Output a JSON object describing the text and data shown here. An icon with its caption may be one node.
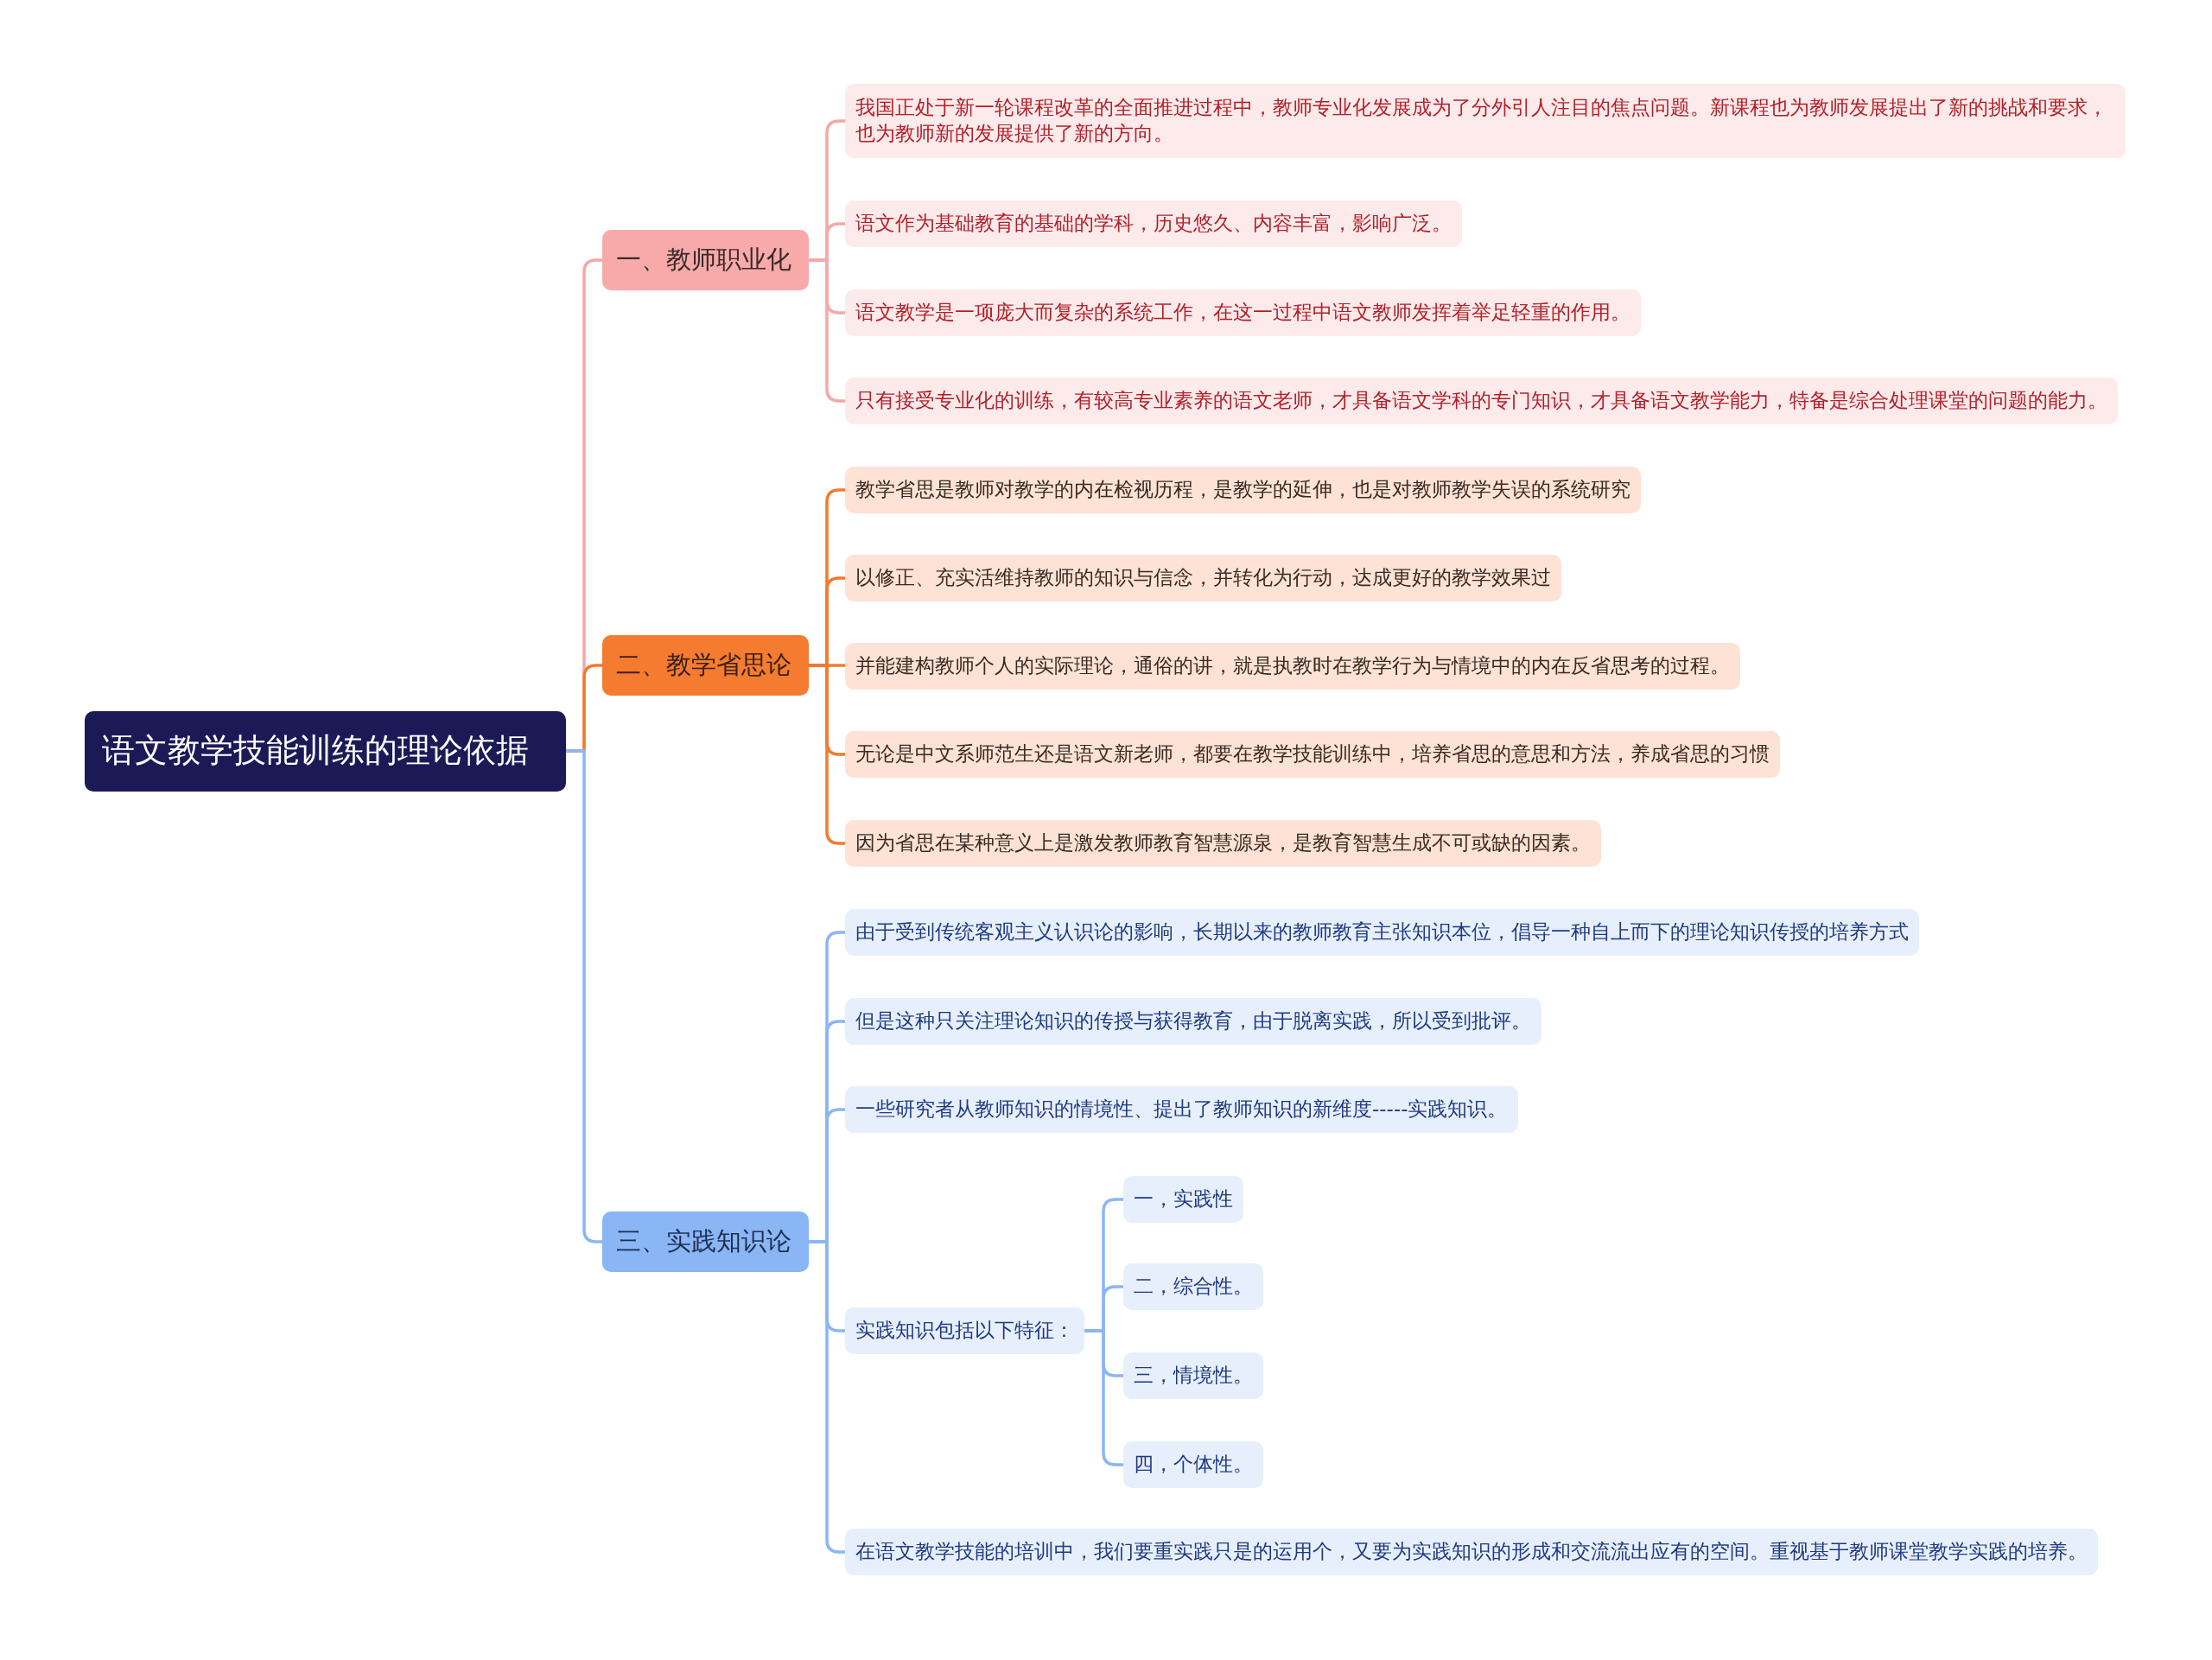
{
  "diagram": {
    "nodes": [
      {
        "text": [
          "语文教学技能训练的理论依据"
        ]
      },
      {
        "text": [
          "一、教师职业化"
        ]
      },
      {
        "text": [
          "我国正处于新一轮课程改革的全面推进过程中，教师专业化发展成为了分外引人注目的焦点问题。新课程也为教师发展提出了新的挑战和要求，也为教师新的发展提供了新的方向。"
        ]
      },
      {
        "text": [
          "语文作为基础教育的基础的学科，历史悠久、内容丰富，影响广泛。"
        ]
      },
      {
        "text": [
          "语文教学是一项庞大而复杂的系统工作，在这一过程中语文教师发挥着举足轻重的作用。"
        ]
      },
      {
        "text": [
          "只有接受专业化的训练，有较高专业素养的语文老师，才具备语文学科的专门知识，才具备语文教学能力，特备是综合处理课堂的问题的能力。"
        ]
      },
      {
        "text": [
          "二、教学省思论"
        ]
      },
      {
        "text": [
          "教学省思是教师对教学的内在检视历程，是教学的延伸，也是对教师教学失误的系统研究"
        ]
      },
      {
        "text": [
          "以修正、充实活维持教师的知识与信念，并转化为行动，达成更好的教学效果过"
        ]
      },
      {
        "text": [
          "并能建构教师个人的实际理论，通俗的讲，就是执教时在教学行为与情境中的内在反省思考的过程。"
        ]
      },
      {
        "text": [
          "无论是中文系师范生还是语文新老师，都要在教学技能训练中，培养省思的意思和方法，养成省思的习惯"
        ]
      },
      {
        "text": [
          "因为省思在某种意义上是激发教师教育智慧源泉，是教育智慧生成不可或缺的因素。"
        ]
      },
      {
        "text": [
          "三、实践知识论"
        ]
      },
      {
        "text": [
          "由于受到传统客观主义认识论的影响，长期以来的教师教育主张知识本位，倡导一种自上而下的理论知识传授的培养方式"
        ]
      },
      {
        "text": [
          "但是这种只关注理论知识的传授与获得教育，由于脱离实践，所以受到批评。"
        ]
      },
      {
        "text": [
          "一些研究者从教师知识的情境性、提出了教师知识的新维度-----实践知识。"
        ]
      },
      {
        "text": [
          "实践知识包括以下特征："
        ]
      },
      {
        "text": [
          "一，实践性"
        ]
      },
      {
        "text": [
          "二，综合性。"
        ]
      },
      {
        "text": [
          "三，情境性。"
        ]
      },
      {
        "text": [
          "四，个体性。"
        ]
      },
      {
        "text": [
          "在语文教学技能的培训中，我们要重实践只是的运用个，又要为实践知识的形成和交流流出应有的空间。重视基于教师课堂教学实践的培养。"
        ]
      }
    ],
    "edges": [
      {
        "from": 0,
        "to": 1,
        "arrow": "none",
        "color": "#f6a7a7"
      },
      {
        "from": 1,
        "to": 2,
        "arrow": "none",
        "color": "#f6a7a7"
      },
      {
        "from": 1,
        "to": 3,
        "arrow": "none",
        "color": "#f6a7a7"
      },
      {
        "from": 1,
        "to": 4,
        "arrow": "none",
        "color": "#f6a7a7"
      },
      {
        "from": 1,
        "to": 5,
        "arrow": "none",
        "color": "#f6a7a7"
      },
      {
        "from": 0,
        "to": 6,
        "arrow": "none",
        "color": "#f27a2e"
      },
      {
        "from": 6,
        "to": 7,
        "arrow": "none",
        "color": "#f27a2e"
      },
      {
        "from": 6,
        "to": 8,
        "arrow": "none",
        "color": "#f27a2e"
      },
      {
        "from": 6,
        "to": 9,
        "arrow": "none",
        "color": "#f27a2e"
      },
      {
        "from": 6,
        "to": 10,
        "arrow": "none",
        "color": "#f27a2e"
      },
      {
        "from": 6,
        "to": 11,
        "arrow": "none",
        "color": "#f27a2e"
      },
      {
        "from": 0,
        "to": 12,
        "arrow": "none"
      },
      {
        "from": 12,
        "to": 13,
        "arrow": "none"
      },
      {
        "from": 12,
        "to": 14,
        "arrow": "none"
      },
      {
        "from": 12,
        "to": 15,
        "arrow": "none"
      },
      {
        "from": 12,
        "to": 16,
        "arrow": "none"
      },
      {
        "from": 16,
        "to": 17,
        "arrow": "none"
      },
      {
        "from": 16,
        "to": 18,
        "arrow": "none"
      },
      {
        "from": 16,
        "to": 19,
        "arrow": "none"
      },
      {
        "from": 16,
        "to": 20,
        "arrow": "none"
      },
      {
        "from": 12,
        "to": 21,
        "arrow": "none"
      }
    ]
  }
}
